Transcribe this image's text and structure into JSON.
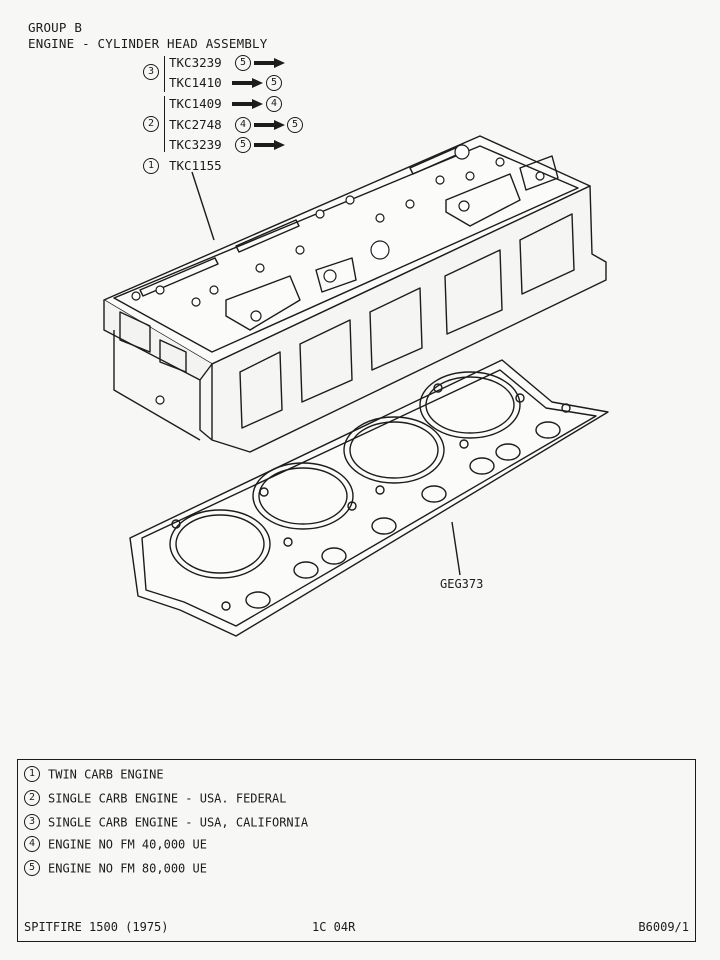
{
  "header": {
    "group": "GROUP B",
    "title": "ENGINE - CYLINDER HEAD ASSEMBLY"
  },
  "callouts": {
    "group3": {
      "marker": "3",
      "parts": [
        {
          "number": "TKC3239",
          "before": "5",
          "after": ""
        },
        {
          "number": "TKC1410",
          "before": "",
          "after": "5"
        }
      ]
    },
    "group2": {
      "marker": "2",
      "parts": [
        {
          "number": "TKC1409",
          "before": "",
          "after": "4"
        },
        {
          "number": "TKC2748",
          "before": "4",
          "after": "5"
        },
        {
          "number": "TKC3239",
          "before": "5",
          "after": ""
        }
      ]
    },
    "group1": {
      "marker": "1",
      "parts": [
        {
          "number": "TKC1155"
        }
      ]
    },
    "gasket": "GEG373"
  },
  "legend": {
    "items": [
      {
        "marker": "1",
        "text": "TWIN CARB ENGINE"
      },
      {
        "marker": "2",
        "text": "SINGLE CARB ENGINE - USA. FEDERAL"
      },
      {
        "marker": "3",
        "text": "SINGLE CARB ENGINE - USA, CALIFORNIA"
      },
      {
        "marker": "4",
        "text": "ENGINE NO FM 40,000 UE"
      },
      {
        "marker": "5",
        "text": "ENGINE NO FM 80,000 UE"
      }
    ]
  },
  "footer": {
    "model": "SPITFIRE 1500 (1975)",
    "page": "1C 04R",
    "ref": "B6009/1"
  }
}
